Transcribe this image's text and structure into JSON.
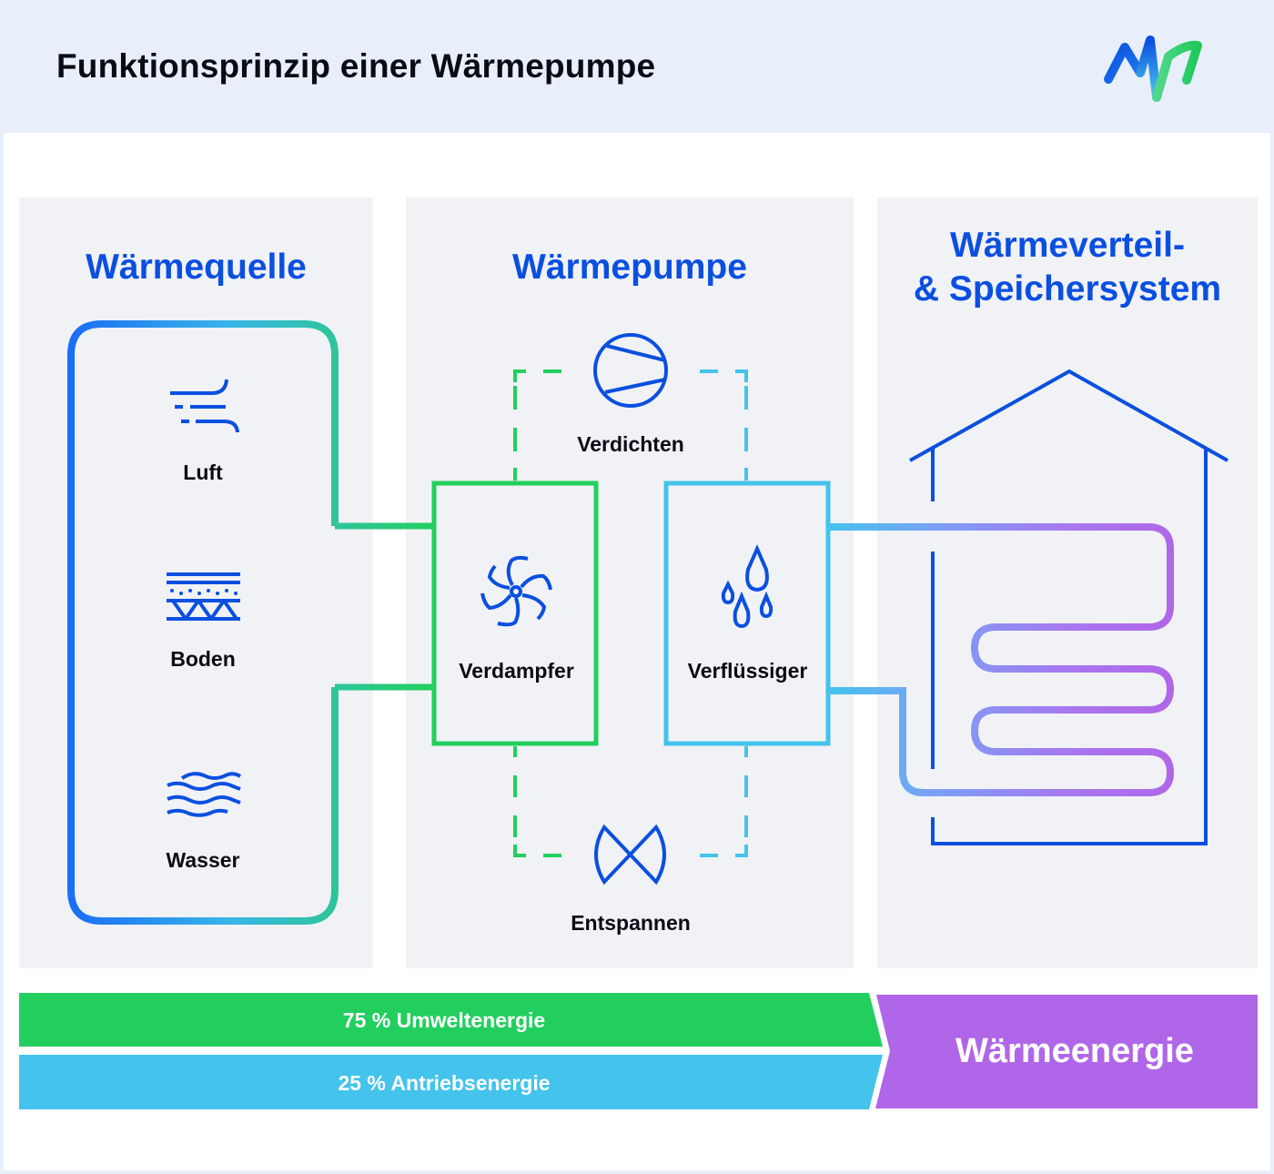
{
  "header": {
    "title": "Funktionsprinzip einer Wärmepumpe",
    "logo_icon": "mvv-wave-logo"
  },
  "sections": {
    "source": {
      "title": "Wärmequelle",
      "items": [
        {
          "label": "Luft",
          "icon": "wind-icon"
        },
        {
          "label": "Boden",
          "icon": "soil-layers-icon"
        },
        {
          "label": "Wasser",
          "icon": "water-waves-icon"
        }
      ]
    },
    "pump": {
      "title": "Wärmepumpe",
      "components": [
        {
          "label": "Verdichten",
          "icon": "compressor-icon"
        },
        {
          "label": "Verdampfer",
          "icon": "fan-icon"
        },
        {
          "label": "Verflüssiger",
          "icon": "droplets-icon"
        },
        {
          "label": "Entspannen",
          "icon": "expansion-valve-icon"
        }
      ]
    },
    "distribution": {
      "title_line1": "Wärmeverteil-",
      "title_line2": "& Speichersystem",
      "icon": "house-underfloor-heating-icon"
    }
  },
  "energy": {
    "ambient": {
      "label": "75 % Umweltenergie",
      "percent": 75
    },
    "drive": {
      "label": "25 % Antriebsenergie",
      "percent": 25
    },
    "output": {
      "label": "Wärmeenergie"
    }
  },
  "colors": {
    "brand_blue": "#0b4fe0",
    "green": "#22cf5e",
    "cyan": "#44c3ec",
    "purple": "#b066e8",
    "panel_bg": "#f0f2f5",
    "header_bg": "#e8effb"
  }
}
